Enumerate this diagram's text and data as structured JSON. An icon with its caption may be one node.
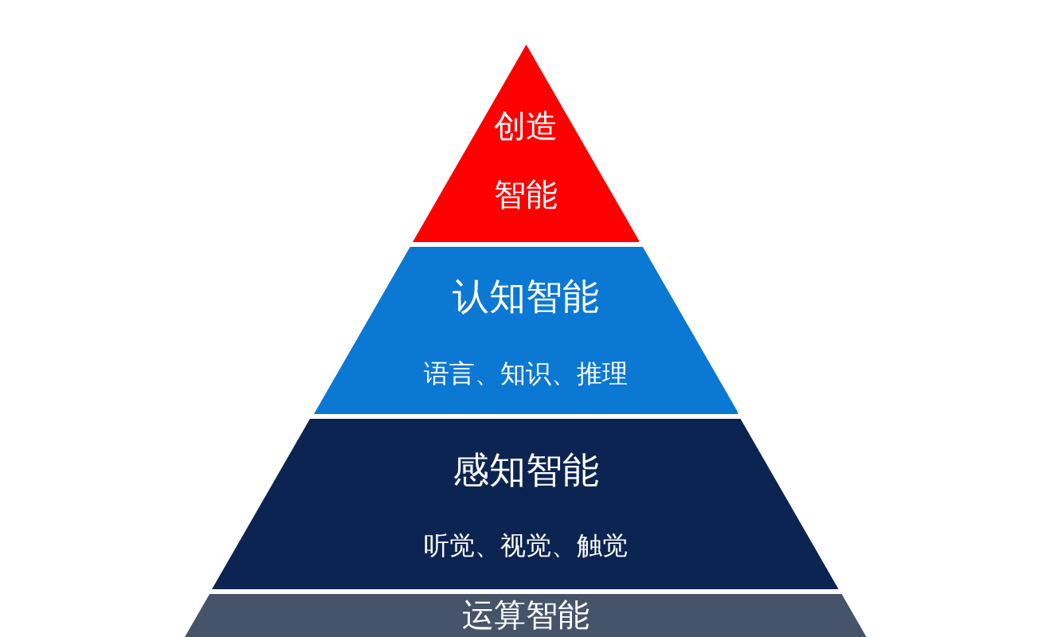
{
  "diagram": {
    "nodes": [
      {
        "text": [
          "创造智能"
        ]
      },
      {
        "text": [
          "认知智能",
          "语言、知识、推理"
        ]
      },
      {
        "text": [
          "感知智能",
          "听觉、视觉、触觉"
        ]
      },
      {
        "text": [
          "运算智能"
        ]
      }
    ]
  }
}
